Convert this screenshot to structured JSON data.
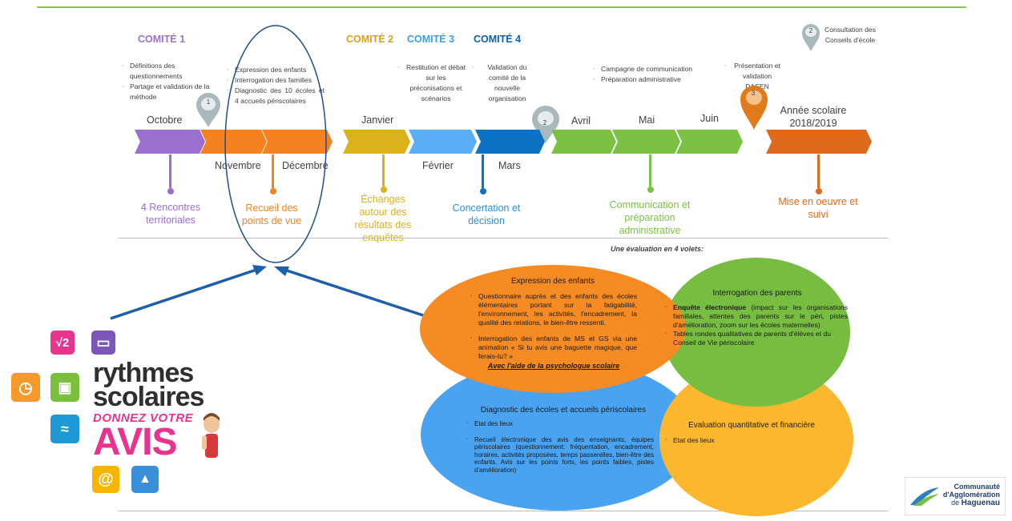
{
  "committees": [
    "COMITÉ 1",
    "COMITÉ 2",
    "COMITÉ 3",
    "COMITÉ 4"
  ],
  "notes": {
    "c1": [
      "Définitions des questionnements",
      "Partage et validation de la méthode"
    ],
    "circled": [
      "Expression des enfants",
      "Interrogation des familles",
      "Diagnostic des 10 écoles et 4 accueils périscolaires"
    ],
    "c2c3": [
      "Restitution et débat sur les préconisations et scénarios"
    ],
    "c4": [
      "Validation du comité de la nouvelle organisation"
    ],
    "avril": [
      "Campagne de communication",
      "Préparation administrative"
    ],
    "dasen": [
      "Présentation et validation DASEN"
    ],
    "consultation": "Consultation des Conseils d'école"
  },
  "pins": [
    "1",
    "2",
    "2",
    "3"
  ],
  "months": {
    "octobre": "Octobre",
    "novembre": "Novembre",
    "decembre": "Décembre",
    "janvier": "Janvier",
    "fevrier": "Février",
    "mars": "Mars",
    "avril": "Avril",
    "mai": "Mai",
    "juin": "Juin",
    "annee": "Année scolaire 2018/2019"
  },
  "phases": {
    "p1": "4 Rencontres territoriales",
    "p2": "Recueil des points de vue",
    "p3": "Échanges autour des résultats des enquêtes",
    "p4": "Concertation et décision",
    "p5": "Communication et préparation administrative",
    "p6": "Mise en oeuvre et suivi"
  },
  "evaluation_title": "Une évaluation en 4 volets:",
  "volets": {
    "enfants": {
      "title": "Expression des enfants",
      "b1": "Questionnaire auprès et des enfants des écoles élémentaires portant sur la fatigabilité, l'environnement, les activités, l'encadrement, la qualité des relations, le bien-être ressenti.",
      "b2": "Interrogation des enfants de MS et GS via une animation « Si tu avis une baguette magique, que ferais-tu? »",
      "footer": "Avec l'aide de la psychologue scolaire"
    },
    "parents": {
      "title": "Interrogation des parents",
      "b1_bold": "Enquête électronique",
      "b1": " (impact sur les organisations familiales, attentes des parents sur le péri, pistes d'amélioration, zoom sur les écoles maternelles)",
      "b2": "Tables rondes qualitatives de parents d'élèves et du Conseil de Vie périscolaire"
    },
    "diagnostic": {
      "title": "Diagnostic des écoles et accueils périscolaires",
      "b1": "Etat des lieux",
      "b2": "Recueil électronique des avis des enseignants, équipes périscolaires (questionnement: fréquentation, encadrement, horaires, activités proposées, temps passerelles, bien-être des enfants. Avis sur les points forts, les points faibles, pistes d'amélioration)"
    },
    "evaluation": {
      "title": "Evaluation quantitative et financière",
      "b1": "Etat des lieux"
    }
  },
  "logo": {
    "line1": "rythmes",
    "line2": "scolaires",
    "line3": "DONNEZ VOTRE",
    "line4": "AVIS"
  },
  "agglo": {
    "line1": "Communauté",
    "line2": "d'Agglomération",
    "line3_pre": "de",
    "line3": "Haguenau"
  },
  "colors": {
    "purple": "#9b6fcf",
    "orange": "#f58220",
    "yellow": "#d9b21c",
    "lightblue": "#5aaef5",
    "blue": "#0e72c4",
    "green": "#7bc143",
    "darkorange": "#e06a1b",
    "grey": "#a9b8bd"
  }
}
